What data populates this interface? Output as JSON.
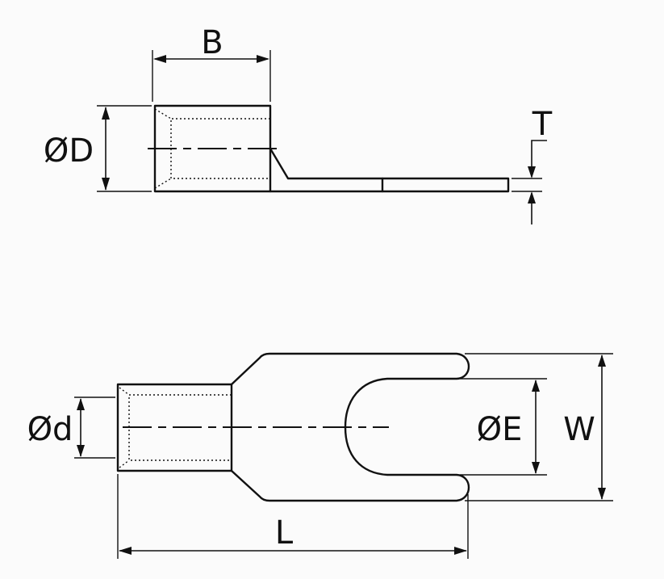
{
  "labels": {
    "B": "B",
    "D": "ØD",
    "T": "T",
    "d": "Ød",
    "E": "ØE",
    "W": "W",
    "L": "L"
  },
  "colors": {
    "line": "#111111",
    "background": "#fbfbfb"
  }
}
